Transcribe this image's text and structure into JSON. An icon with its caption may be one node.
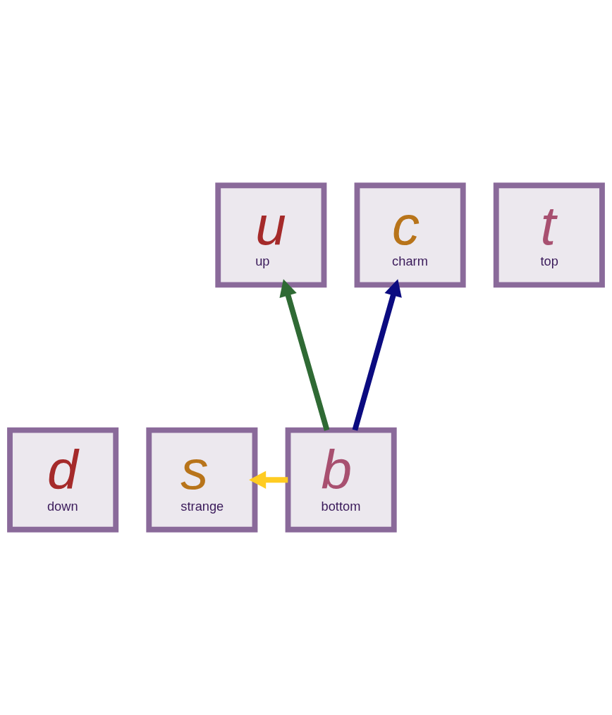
{
  "diagram": {
    "nodes": [
      {
        "text": [
          "u",
          "up"
        ]
      },
      {
        "text": [
          "c",
          "charm"
        ]
      },
      {
        "text": [
          "t",
          "top"
        ]
      },
      {
        "text": [
          "d",
          "down"
        ]
      },
      {
        "text": [
          "s",
          "strange"
        ]
      },
      {
        "text": [
          "b",
          "bottom"
        ]
      }
    ],
    "edges": [
      {
        "from": 5,
        "to": 0,
        "arrow": "to",
        "color": "#2f6a34"
      },
      {
        "from": 5,
        "to": 1,
        "arrow": "to",
        "color": "#0b0b80"
      },
      {
        "from": 5,
        "to": 4,
        "arrow": "to",
        "color": "#ffcc22"
      }
    ]
  }
}
